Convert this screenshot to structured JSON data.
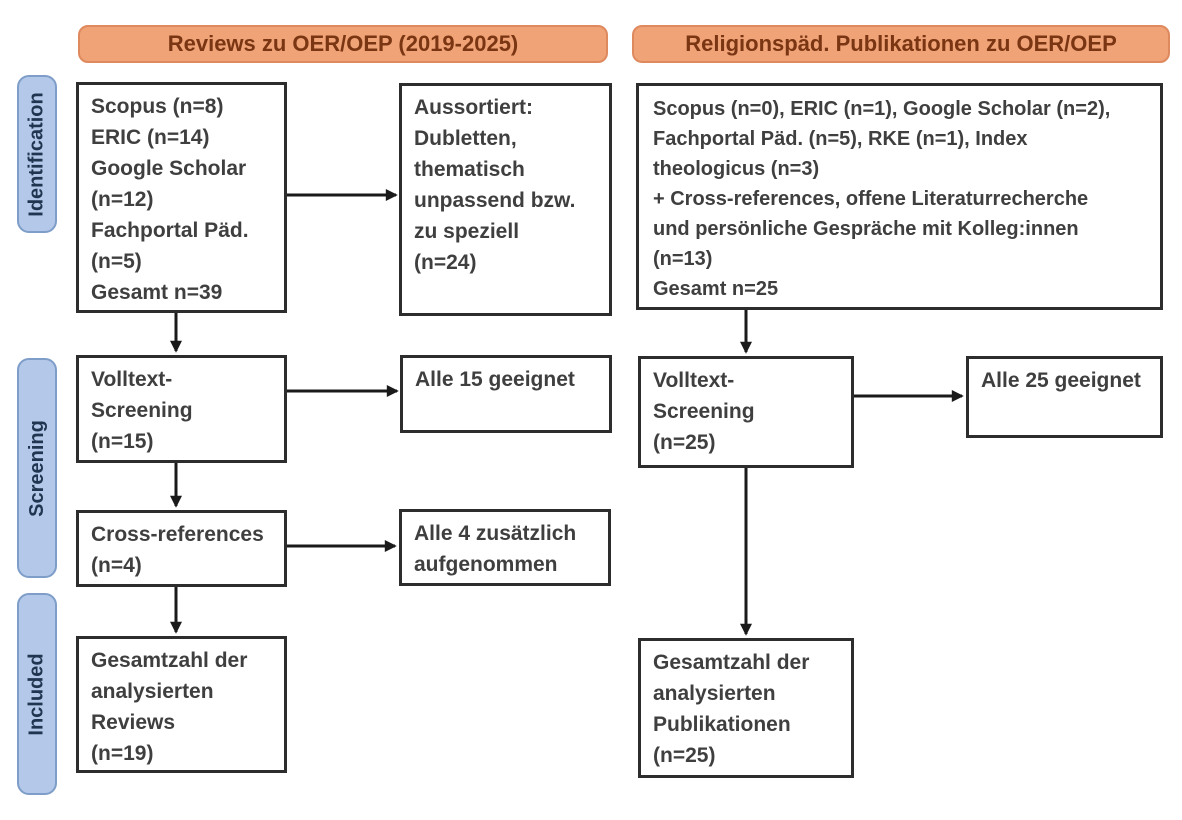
{
  "stages": [
    {
      "label": "Identification"
    },
    {
      "label": "Screening"
    },
    {
      "label": "Included"
    }
  ],
  "reviews_column": {
    "header": "Reviews zu OER/OEP (2019-2025)",
    "identification_box": "Scopus (n=8)\nERIC (n=14)\nGoogle Scholar\n(n=12)\nFachportal Päd.\n(n=5)\nGesamt n=39",
    "excluded_box": "Aussortiert:\nDubletten,\nthematisch\nunpassend bzw.\nzu speziell\n(n=24)",
    "fulltext_screening_box": "Volltext-\nScreening\n(n=15)",
    "fulltext_result_box": "Alle 15 geeignet",
    "crossreferences_box": "Cross-references\n(n=4)",
    "crossreferences_result_box": "Alle 4 zusätzlich\naufgenommen",
    "included_box": "Gesamtzahl der\nanalysierten\nReviews\n(n=19)"
  },
  "publications_column": {
    "header": "Religionspäd. Publikationen zu OER/OEP",
    "identification_box": "Scopus (n=0), ERIC (n=1), Google Scholar (n=2),\nFachportal Päd. (n=5), RKE (n=1), Index\ntheologicus (n=3)\n+ Cross-references, offene Literaturrecherche\nund persönliche Gespräche mit Kolleg:innen\n(n=13)\nGesamt n=25",
    "fulltext_screening_box": "Volltext-\nScreening\n(n=25)",
    "fulltext_result_box": "Alle 25 geeignet",
    "included_box": "Gesamtzahl der\nanalysierten\nPublikationen\n(n=25)"
  },
  "colors": {
    "background": "#FFFFFF",
    "header_fill": "#F0A377",
    "header_border": "#DE8A5E",
    "header_text": "#7A3512",
    "stage_fill": "#B4C9E9",
    "stage_border": "#7E9DC8",
    "stage_text": "#1F3550",
    "box_border": "#2D2D2D",
    "box_text": "#3F3F3F",
    "arrow_color": "#1A1A1A"
  }
}
